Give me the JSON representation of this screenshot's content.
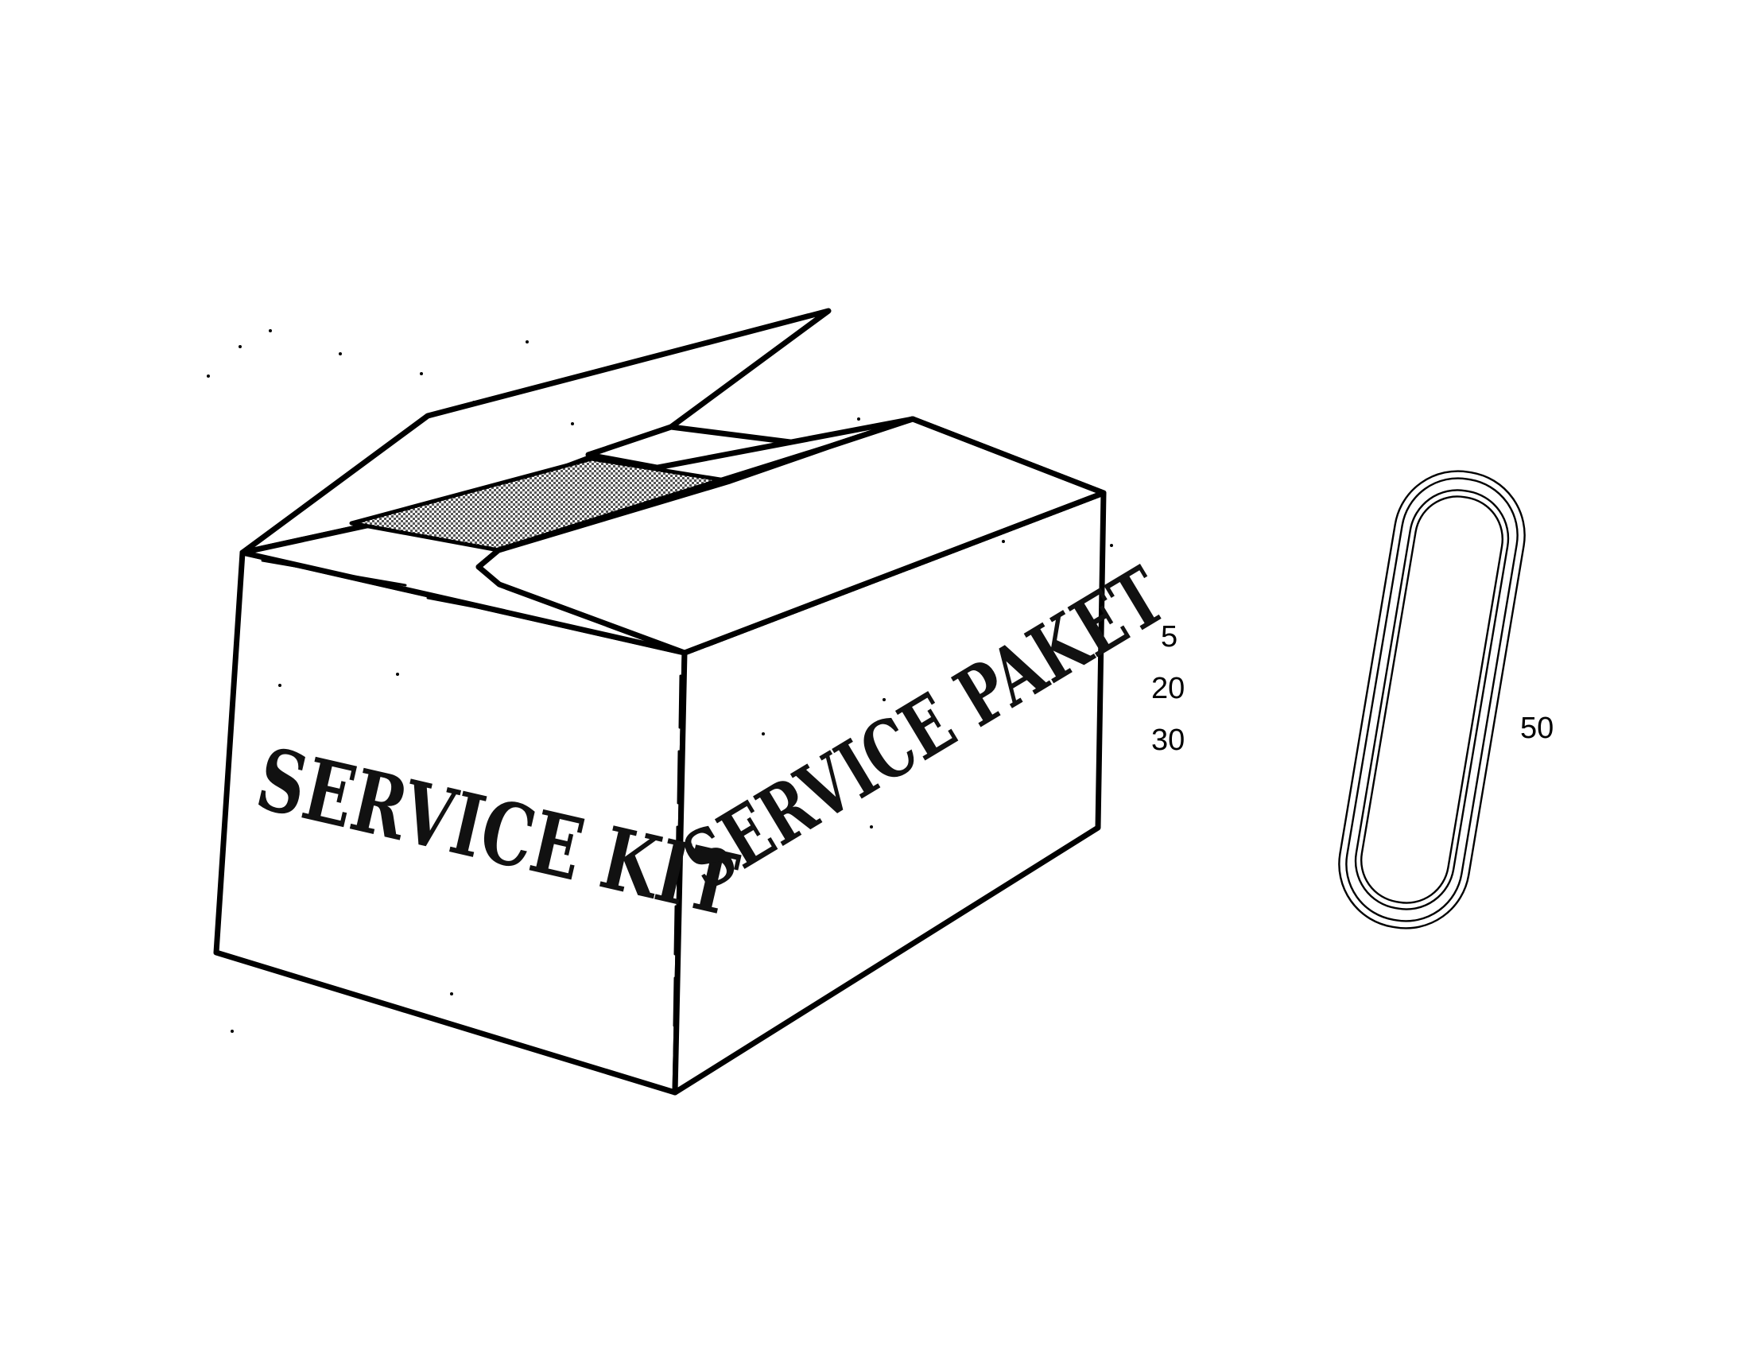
{
  "colors": {
    "line": "#000000",
    "paper": "#ffffff",
    "hatch": "#7d7d7d"
  },
  "box": {
    "front_text": "SERVICE KIT",
    "side_text": "SERVICE PAKET"
  },
  "callouts": {
    "box_items": [
      "5",
      "20",
      "30"
    ],
    "ring": "50"
  }
}
